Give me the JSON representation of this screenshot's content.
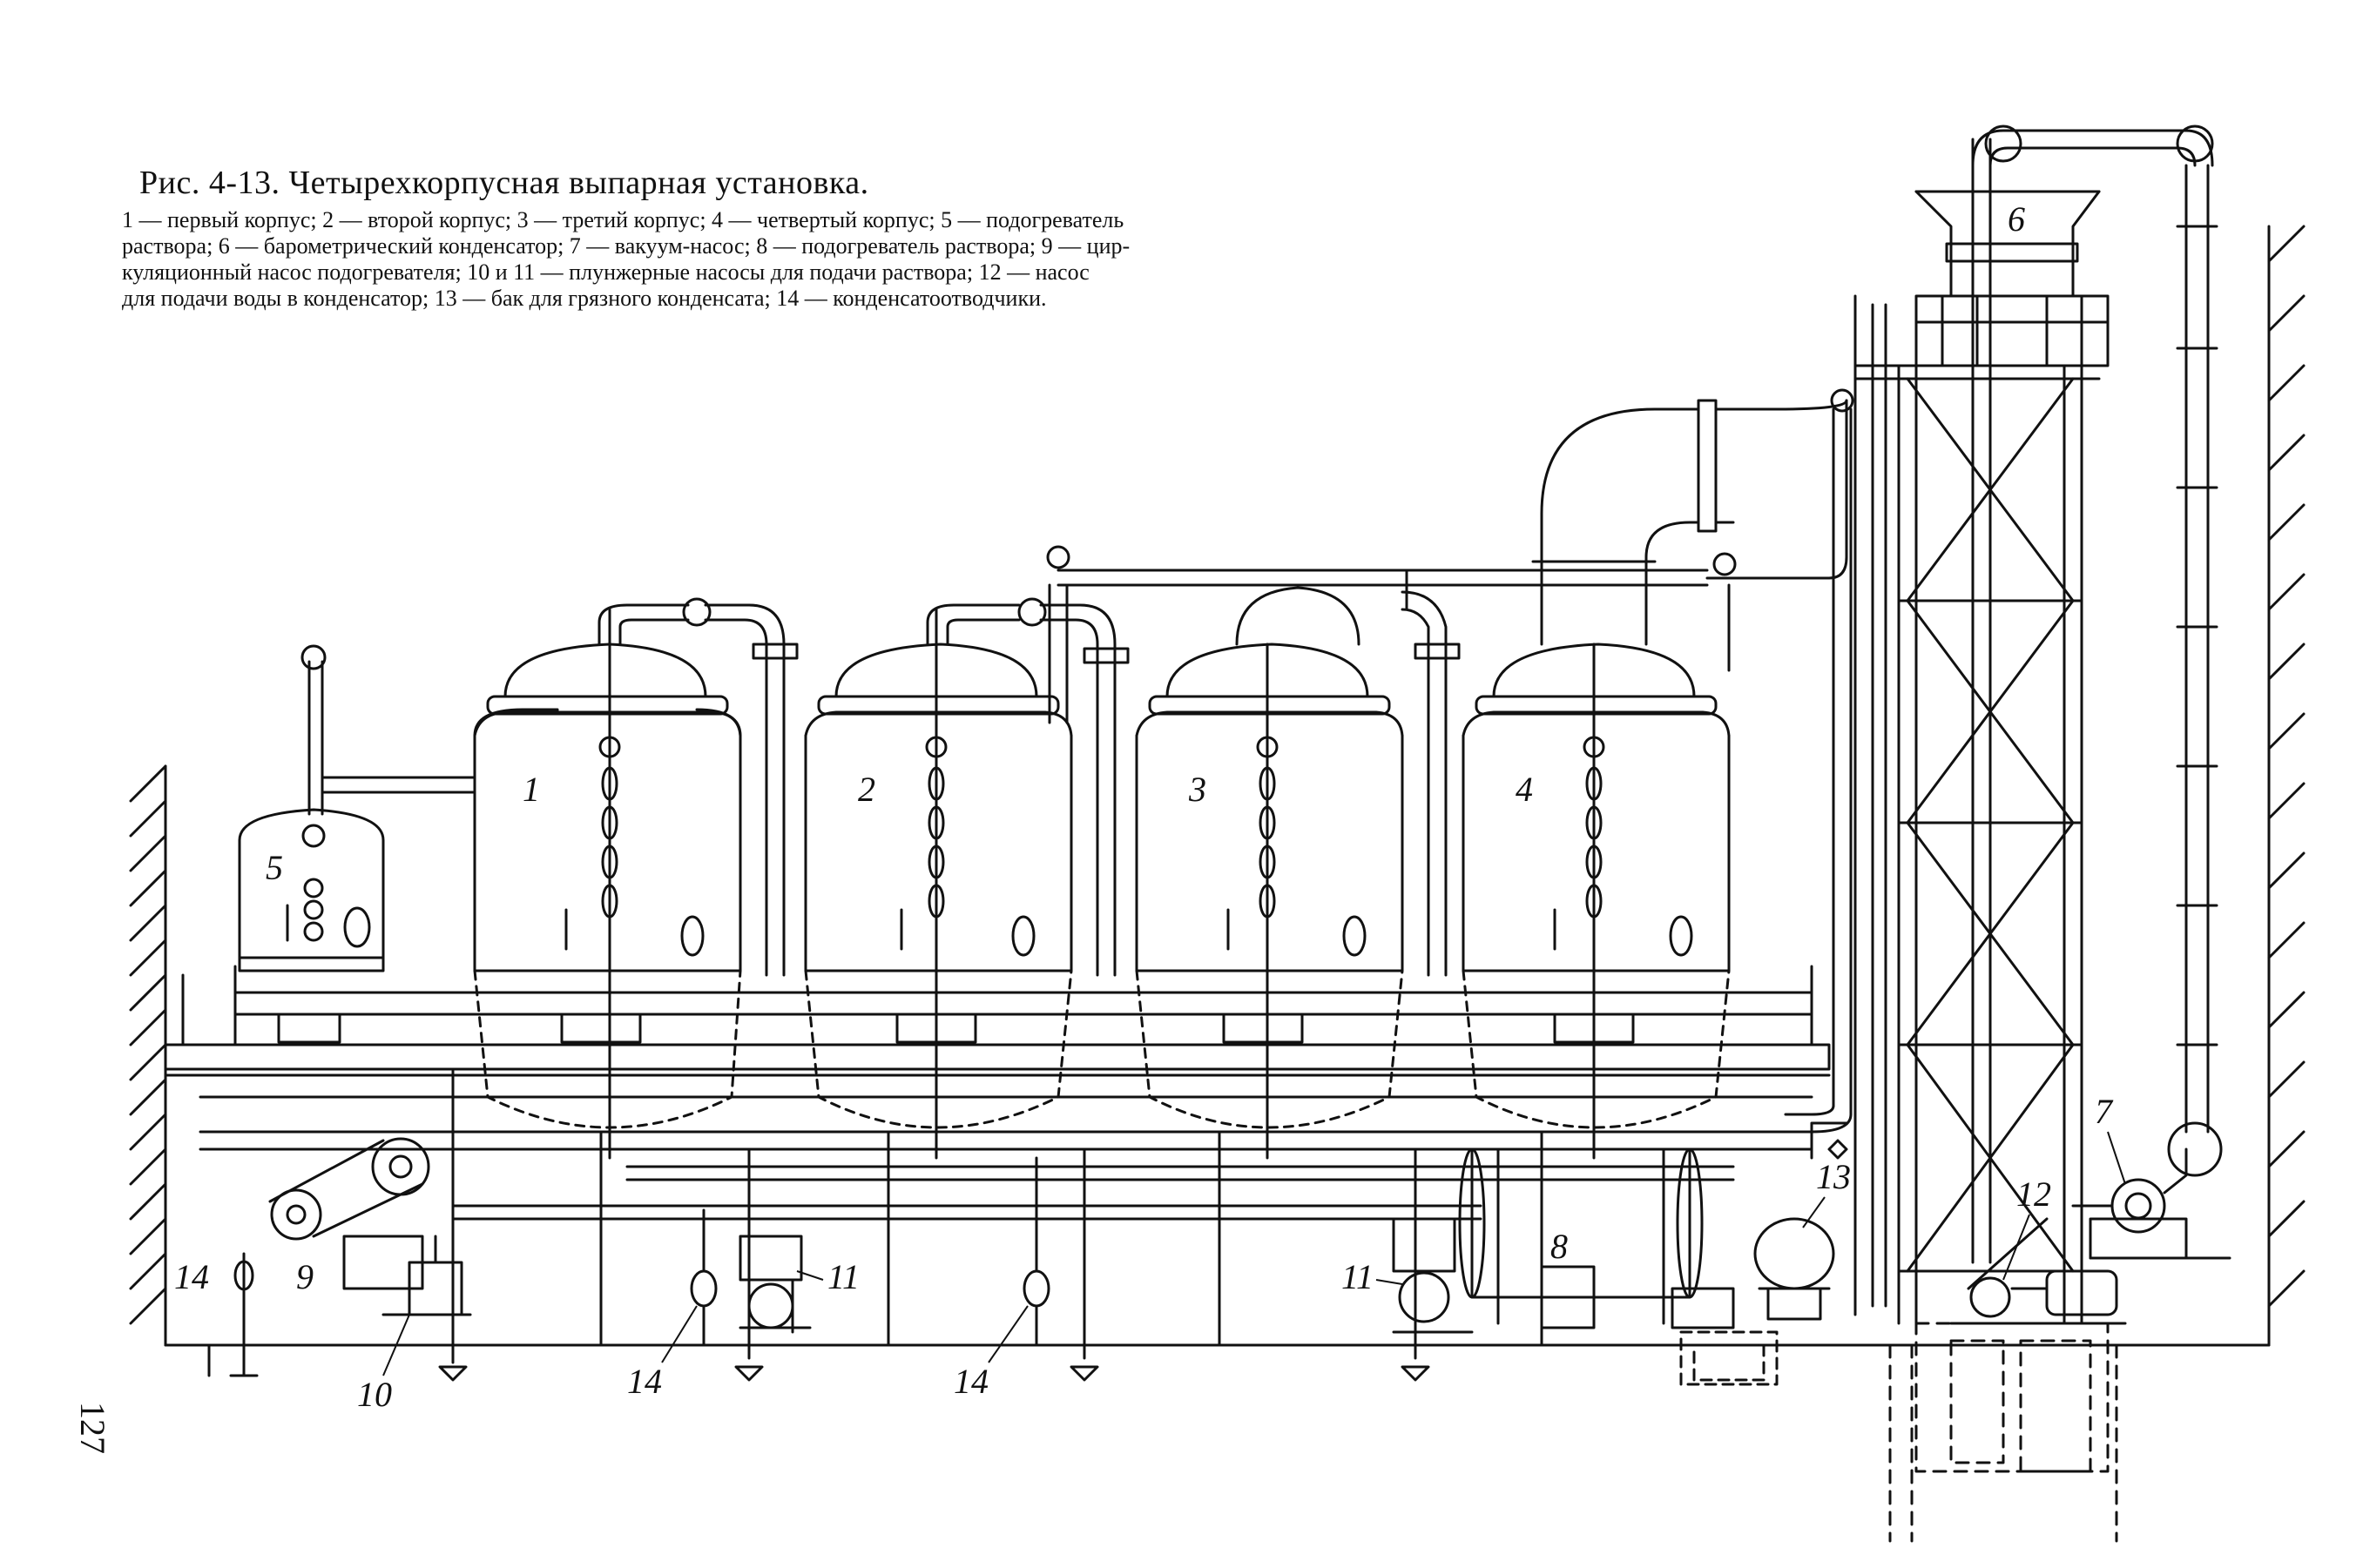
{
  "figure": {
    "title": "Рис. 4-13. Четырехкорпусная выпарная установка.",
    "legend_lines": [
      "1 — первый корпус; 2 — второй корпус; 3 — третий корпус; 4 — четвертый корпус; 5 — подогреватель",
      "раствора; 6 — барометрический конденсатор; 7 — вакуум-насос; 8 — подогреватель раствора; 9 — цир-",
      "куляционный насос подогревателя; 10 и 11 — плунжерные насосы для подачи раствора; 12 — насос",
      "для подачи воды в конденсатор; 13 — бак для грязного конденсата; 14 — конденсатоотводчики."
    ]
  },
  "labels": {
    "body1": "1",
    "body2": "2",
    "body3": "3",
    "body4": "4",
    "heater5": "5",
    "condenser6": "6",
    "vacuum_pump7": "7",
    "heater8": "8",
    "pump9": "9",
    "pump10": "10",
    "pump11_left": "11",
    "pump11_right": "11",
    "pump12": "12",
    "tank13": "13",
    "trap14_a": "14",
    "trap14_b": "14",
    "trap14_c": "14"
  },
  "page_number": "127"
}
